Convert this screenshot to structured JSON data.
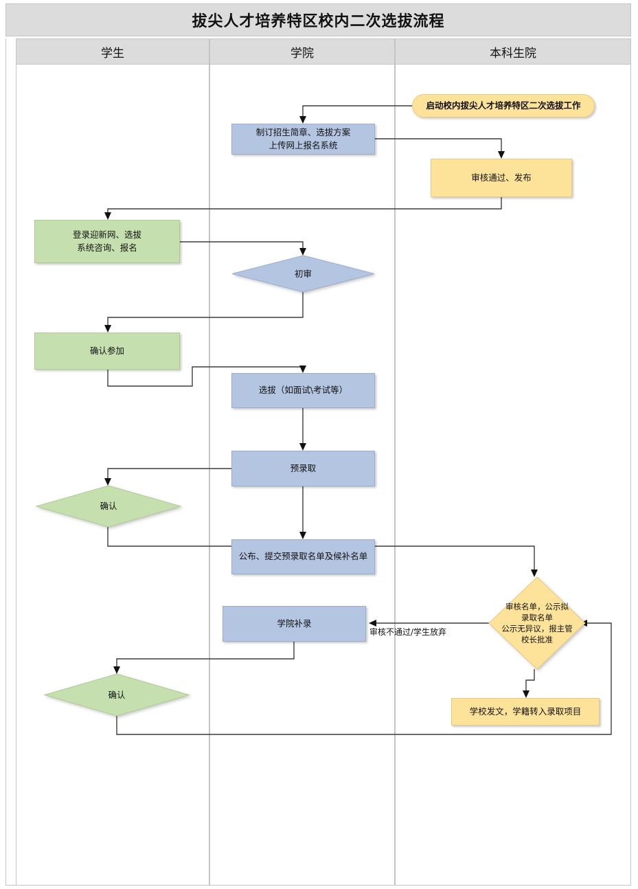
{
  "title": "拔尖人才培养特区校内二次选拔流程",
  "lanes": [
    {
      "name": "学生"
    },
    {
      "name": "学院"
    },
    {
      "name": "本科生院"
    }
  ],
  "colors": {
    "blue": "#b4c5e2",
    "yellow": "#fde29a",
    "green": "#c6dfae",
    "header": "#dcdcdc",
    "line": "#3c3c3c"
  },
  "nodes": [
    {
      "id": "start",
      "lane": "本科生院",
      "shape": "rounded",
      "color": "yellow",
      "label": "启动校内拔尖人才培养特区二次选拔工作"
    },
    {
      "id": "plan",
      "lane": "学院",
      "shape": "rectangle",
      "color": "blue",
      "label": "制订招生简章、选拔方案\n上传网上报名系统"
    },
    {
      "id": "approve",
      "lane": "本科生院",
      "shape": "rectangle",
      "color": "yellow",
      "label": "审核通过、发布"
    },
    {
      "id": "signup",
      "lane": "学生",
      "shape": "rectangle",
      "color": "green",
      "label": "登录迎新网、选拔\n系统咨询、报名"
    },
    {
      "id": "prelim",
      "lane": "学院",
      "shape": "diamond",
      "color": "blue",
      "label": "初审"
    },
    {
      "id": "confirm1",
      "lane": "学生",
      "shape": "rectangle",
      "color": "green",
      "label": "确认参加"
    },
    {
      "id": "select",
      "lane": "学院",
      "shape": "rectangle",
      "color": "blue",
      "label": "选拔（如面试\\考试等）"
    },
    {
      "id": "preadmit",
      "lane": "学院",
      "shape": "rectangle",
      "color": "blue",
      "label": "预录取"
    },
    {
      "id": "confirm2",
      "lane": "学生",
      "shape": "diamond",
      "color": "green",
      "label": "确认"
    },
    {
      "id": "publish",
      "lane": "学院",
      "shape": "rectangle",
      "color": "blue",
      "label": "公布、提交预录取名单及候补名单"
    },
    {
      "id": "review",
      "lane": "本科生院",
      "shape": "diamond",
      "color": "yellow",
      "label": "审核名单，公示拟\n录取名单\n公示无异议，报主管\n校长批准"
    },
    {
      "id": "supply",
      "lane": "学院",
      "shape": "rectangle",
      "color": "blue",
      "label": "学院补录"
    },
    {
      "id": "issue",
      "lane": "本科生院",
      "shape": "rectangle",
      "color": "yellow",
      "label": "学校发文，学籍转入录取项目"
    },
    {
      "id": "confirm3",
      "lane": "学生",
      "shape": "diamond",
      "color": "green",
      "label": "确认"
    }
  ],
  "edge_labels": [
    {
      "id": "reject",
      "text": "审核不通过/学生放弃"
    }
  ],
  "edges": [
    {
      "from": "start",
      "to": "plan"
    },
    {
      "from": "plan",
      "to": "approve"
    },
    {
      "from": "approve",
      "to": "signup"
    },
    {
      "from": "signup",
      "to": "prelim"
    },
    {
      "from": "prelim",
      "to": "confirm1"
    },
    {
      "from": "confirm1",
      "to": "select"
    },
    {
      "from": "select",
      "to": "preadmit"
    },
    {
      "from": "preadmit",
      "to": "confirm2"
    },
    {
      "from": "preadmit",
      "to": "publish"
    },
    {
      "from": "confirm2",
      "to": "publish"
    },
    {
      "from": "publish",
      "to": "review"
    },
    {
      "from": "review",
      "to": "supply",
      "label": "审核不通过/学生放弃"
    },
    {
      "from": "review",
      "to": "issue"
    },
    {
      "from": "supply",
      "to": "confirm3"
    },
    {
      "from": "confirm3",
      "to": "review"
    }
  ]
}
